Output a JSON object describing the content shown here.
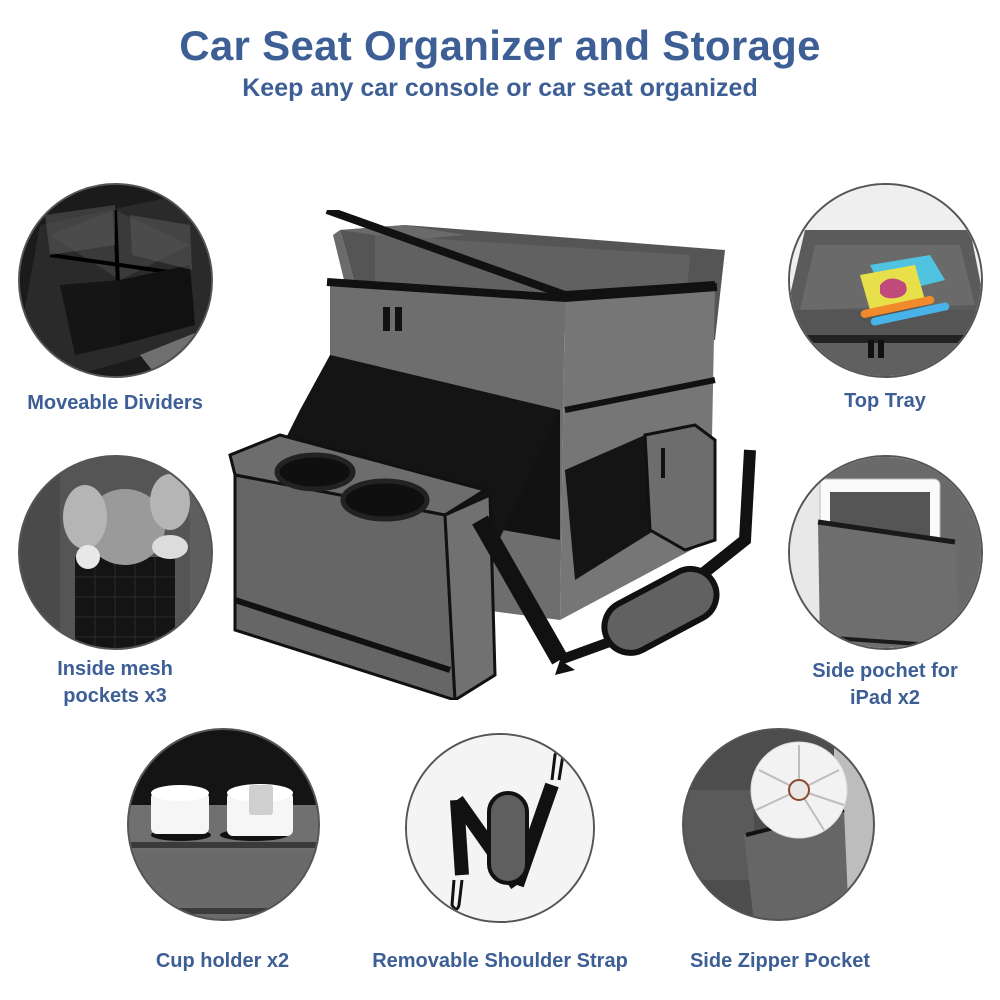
{
  "header": {
    "title": "Car Seat Organizer and Storage",
    "subtitle": "Keep any car console or car seat organized"
  },
  "features": [
    {
      "label": "Moveable Dividers",
      "icon": "dividers-photo"
    },
    {
      "label": "Top Tray",
      "icon": "tray-photo"
    },
    {
      "label_line1": "Inside mesh",
      "label_line2": "pockets x3",
      "icon": "mesh-pocket-photo"
    },
    {
      "label_line1": "Side pochet for",
      "label_line2": "iPad x2",
      "icon": "ipad-pocket-photo"
    },
    {
      "label": "Cup holder x2",
      "icon": "cup-holder-photo"
    },
    {
      "label": "Removable Shoulder Strap",
      "icon": "shoulder-strap-photo"
    },
    {
      "label": "Side Zipper Pocket",
      "icon": "zipper-pocket-photo"
    }
  ],
  "product": {
    "name": "car-seat-organizer",
    "color": "#6b6b6b"
  },
  "colors": {
    "accent": "#3d5f96",
    "fabric": "#6b6b6b",
    "trim": "#1a1a1a"
  }
}
